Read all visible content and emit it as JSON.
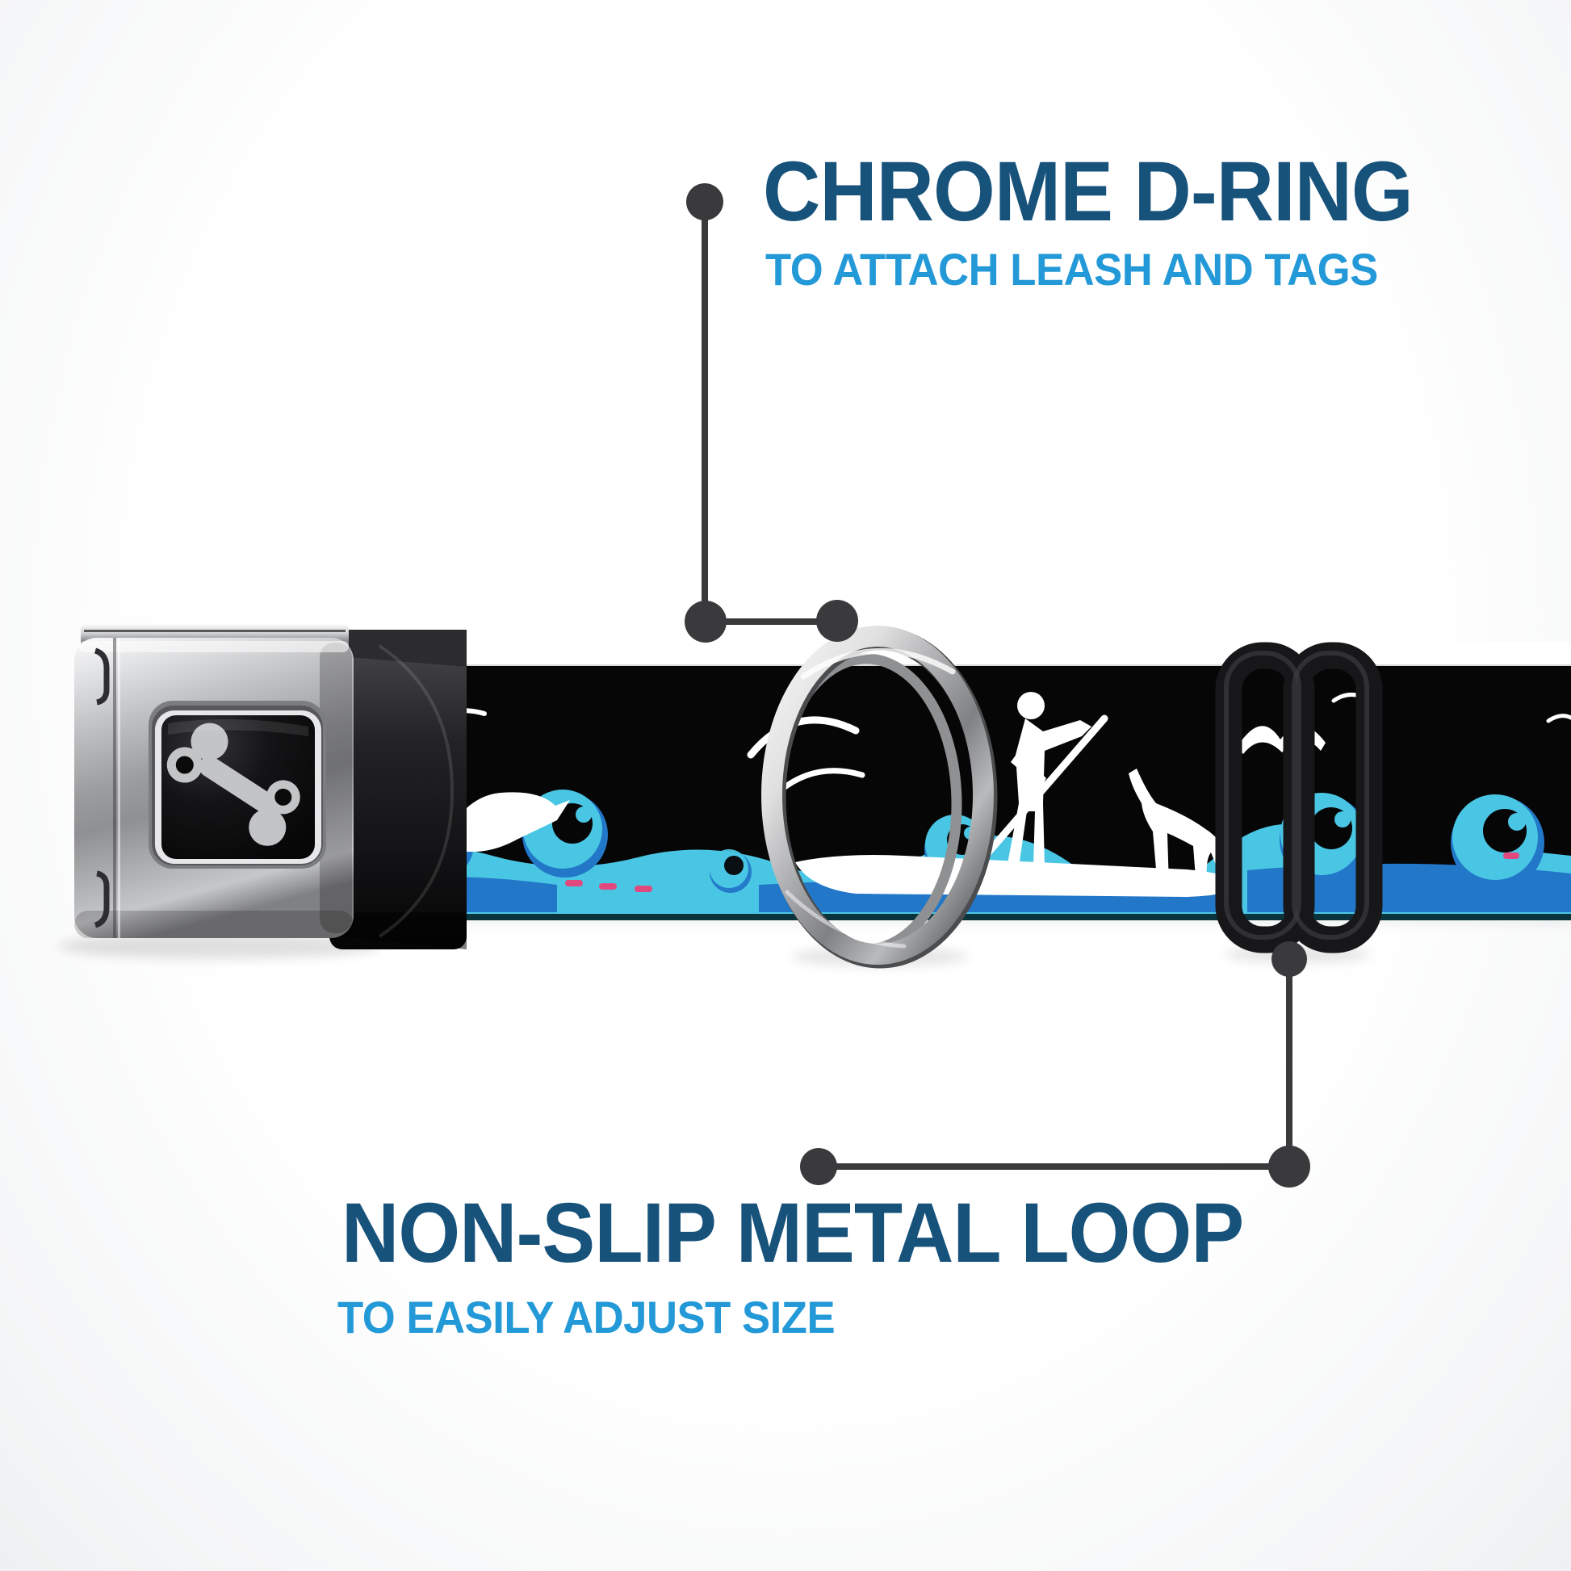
{
  "callouts": {
    "d_ring": {
      "title": "CHROME D-RING",
      "subtitle": "TO ATTACH LEASH AND TAGS"
    },
    "metal_loop": {
      "title": "NON-SLIP METAL LOOP",
      "subtitle": "TO EASILY ADJUST SIZE"
    }
  },
  "product": {
    "buckle_logo_icon": "dog-bone-icon",
    "hardware": [
      "seatbelt-buckle",
      "chrome-d-ring",
      "black-metal-tri-glide-loop"
    ],
    "strap_theme": "paddleboarder-with-dog-on-ocean-waves-and-seagulls",
    "colors": {
      "callout_title": "#17527b",
      "callout_subtitle": "#2499d8",
      "leader_line": "#3a3a3d",
      "strap_background": "#060607",
      "strap_edge_band": "#ffffff",
      "wave_teal": "#49c6e4",
      "wave_blue": "#2277c8",
      "accent_pink": "#e0487e",
      "buckle_silver": "#9b9c9e",
      "tri_glide_black": "#17171a"
    }
  }
}
